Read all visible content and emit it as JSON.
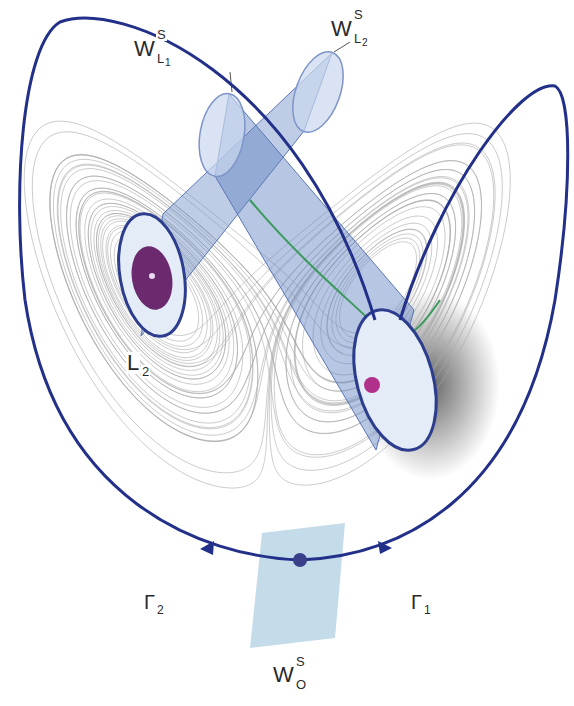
{
  "diagram": {
    "labels": [
      "W",
      "S",
      "L",
      "1",
      "W",
      "S",
      "L",
      "2",
      "L",
      "2",
      "Γ",
      "2",
      "Γ",
      "1",
      "W",
      "S",
      "O"
    ]
  }
}
